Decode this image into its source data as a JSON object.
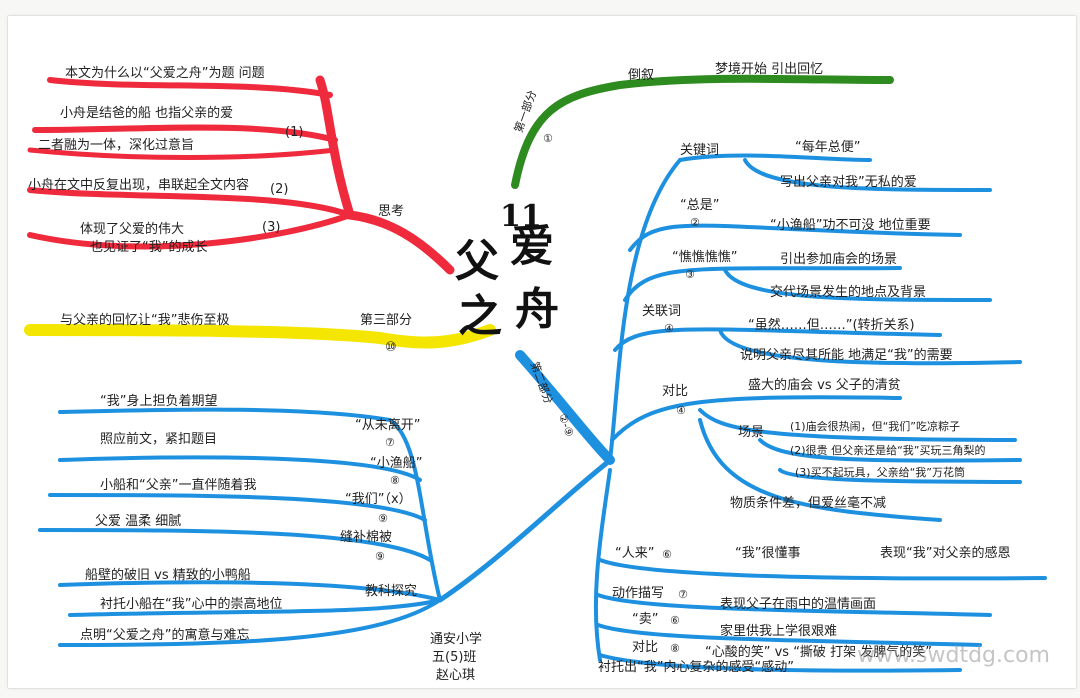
{
  "title": {
    "c1": "父",
    "c2": "爱",
    "c3": "之",
    "c4": "舟",
    "mark": "11"
  },
  "author": {
    "school": "通安小学",
    "class": "五(5)班",
    "name": "赵心琪"
  },
  "watermark": "www.swdtdg.com",
  "colors": {
    "red": "#ee2a3c",
    "green": "#2e8b1f",
    "yellow": "#f4e600",
    "blue": "#1e90e0"
  },
  "red_branch": {
    "label": "思考",
    "items": [
      "本文为什么以“父爱之舟”为题  问题",
      "小舟是结爸的船 也指父亲的爱",
      "二者融为一体，深化过意旨",
      "(1)",
      "小舟在文中反复出现，串联起全文内容",
      "(2)",
      "体现了父爱的伟大",
      "也见证了“我”的成长",
      "(3)"
    ]
  },
  "green_branch": {
    "label": "第一部分",
    "num": "①",
    "sub": "倒叙",
    "desc": "梦境开始  引出回忆"
  },
  "yellow_branch": {
    "label": "第三部分",
    "num": "⑩",
    "desc": "与父亲的回忆让“我”悲伤至极"
  },
  "right_branch": {
    "label": "第二部分",
    "num": "②-⑨",
    "groups": [
      {
        "head": "关键词",
        "sub": [
          "“每年总便”",
          "写出父亲对我”无私的爱"
        ]
      },
      {
        "head": "“总是”",
        "num": "②",
        "sub": [
          "“小渔船”功不可没  地位重要"
        ]
      },
      {
        "head": "“憔憔憔憔”",
        "num": "③",
        "sub": [
          "引出参加庙会的场景",
          "交代场景发生的地点及背景"
        ]
      },
      {
        "head": "关联词",
        "num": "④",
        "sub": [
          "“虽然……但……”(转折关系)",
          "说明父亲尽其所能 地满足“我”的需要"
        ]
      },
      {
        "head": "对比",
        "num": "④",
        "sub": [
          "盛大的庙会 vs 父子的清贫",
          "场景",
          "(1)庙会很热闹，但“我们”吃凉粽子",
          "(2)很贵 但父亲还是给“我”买玩三角梨的",
          "(3)买不起玩具，父亲给“我”万花筒",
          "物质条件差，但爱丝毫不减"
        ]
      },
      {
        "head": "“人来”",
        "num": "⑥",
        "sub": [
          "“我”很懂事",
          "表现“我”对父亲的感恩"
        ]
      },
      {
        "head": "动作描写",
        "num": "⑦",
        "sub": [
          "表现父子在雨中的温情画面"
        ]
      },
      {
        "head": "“卖”",
        "num": "⑥",
        "sub": [
          "家里供我上学很艰难"
        ]
      },
      {
        "head": "对比",
        "num": "⑧",
        "sub": [
          "“心酸的笑” vs “撕破 打架 发脾气的笑”",
          "衬托出“我”内心复杂的感受“感动”"
        ]
      }
    ]
  },
  "left_blue_branch": {
    "label": "教科探究",
    "items": [
      {
        "text": "“我”身上担负着期望",
        "tag": "“从未离开”",
        "num": "⑦"
      },
      {
        "text": "照应前文，紧扣题目",
        "tag": "“小渔船”",
        "num": "⑧"
      },
      {
        "text": "小船和“父亲”一直伴随着我",
        "tag": "“我们”（x）",
        "num": "⑨"
      },
      {
        "text": "父爱 温柔 细腻",
        "tag": "缝补棉被",
        "num": "⑨"
      },
      {
        "text": "船壁的破旧 vs 精致的小鸭船",
        "tag": "",
        "num": ""
      },
      {
        "text": "衬托小船在“我”心中的崇高地位",
        "tag": "",
        "num": ""
      },
      {
        "text": "点明“父爱之舟”的寓意与难忘",
        "tag": "",
        "num": ""
      }
    ]
  }
}
